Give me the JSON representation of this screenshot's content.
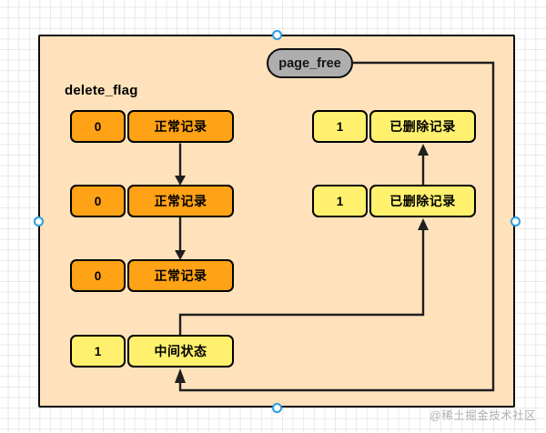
{
  "labels": {
    "field": "delete_flag",
    "page_free": "page_free",
    "watermark": "@稀土掘金技术社区"
  },
  "rows": {
    "normal": [
      {
        "flag": "0",
        "label": "正常记录"
      },
      {
        "flag": "0",
        "label": "正常记录"
      },
      {
        "flag": "0",
        "label": "正常记录"
      }
    ],
    "deleted": [
      {
        "flag": "1",
        "label": "已删除记录"
      },
      {
        "flag": "1",
        "label": "已删除记录"
      }
    ],
    "intermediate": {
      "flag": "1",
      "label": "中间状态"
    }
  },
  "colors": {
    "canvas-bg": "#ffffff",
    "grid-line": "#e8e8e8",
    "container-fill": "#ffe2bb",
    "container-stroke": "#0d0d0d",
    "orange-fill": "#ffa215",
    "yellow-fill": "#fff16d",
    "pill-fill": "#aeaeae",
    "edge-stroke": "#1f1f1f",
    "handle-blue": "#2e9fe5",
    "watermark-gray": "#a8a8a8"
  }
}
